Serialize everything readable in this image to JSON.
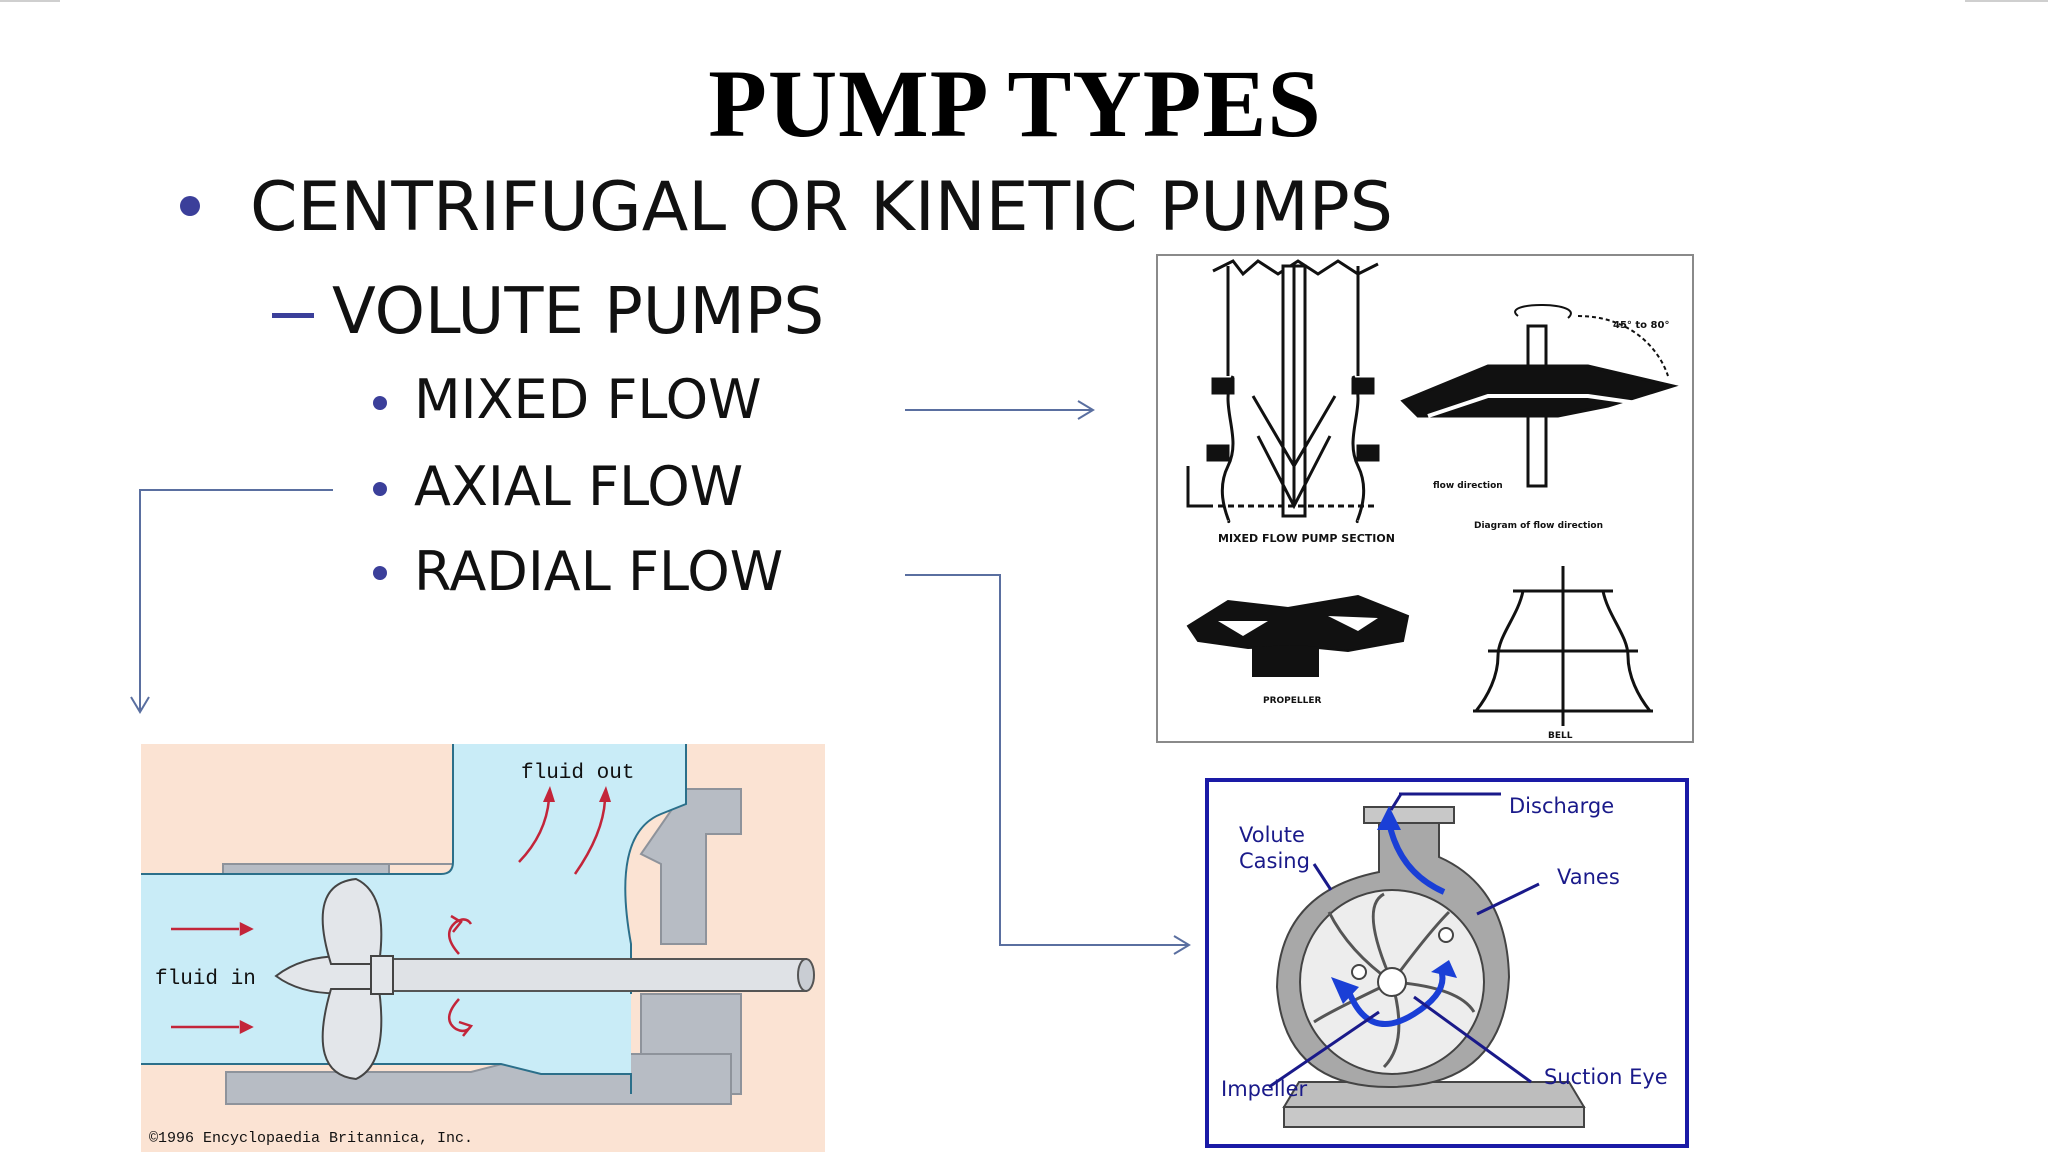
{
  "slide": {
    "title": "PUMP TYPES",
    "bullet_1": "CENTRIFUGAL OR KINETIC PUMPS",
    "sub_bullet": "VOLUTE PUMPS",
    "items": [
      "MIXED FLOW",
      "AXIAL FLOW",
      "RADIAL FLOW"
    ]
  },
  "axial_figure": {
    "fluid_out": "fluid out",
    "fluid_in": "fluid in",
    "credit": "©1996 Encyclopaedia Britannica, Inc."
  },
  "mixed_figure": {
    "caption_section": "MIXED FLOW PUMP SECTION",
    "caption_diagram": "Diagram of flow direction",
    "flow_direction": "flow direction",
    "angle": "45° to 80°",
    "propeller": "PROPELLER",
    "bell": "BELL"
  },
  "radial_figure": {
    "discharge": "Discharge",
    "volute_casing_1": "Volute",
    "volute_casing_2": "Casing",
    "vanes": "Vanes",
    "impeller": "Impeller",
    "suction_eye": "Suction Eye"
  },
  "colors": {
    "bullet": "#3b3f9a",
    "connector": "#5a6fa0",
    "water": "#c9ecf7",
    "background_panel": "#fbe3d3",
    "casing_gray": "#b7bcc4",
    "radial_border": "#1a1aa6",
    "radial_arrow": "#1a3fd6"
  }
}
